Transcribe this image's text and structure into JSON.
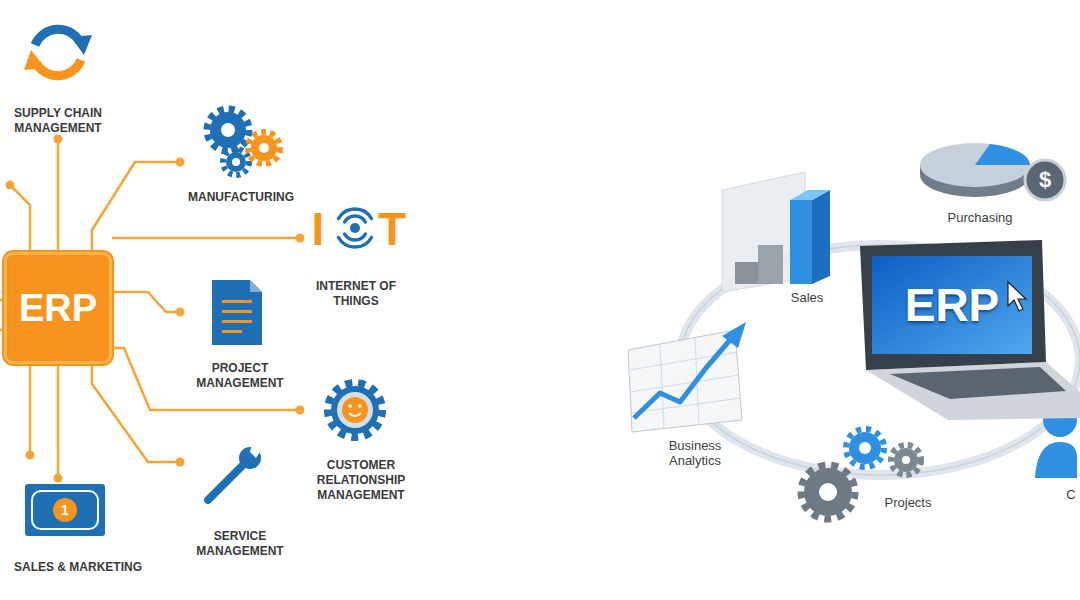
{
  "diagram": {
    "nodes": [
      {
        "text": [
          "ERP"
        ]
      },
      {
        "text": [
          "SUPPLY CHAIN MANAGEMENT"
        ]
      },
      {
        "text": [
          "MANUFACTURING"
        ]
      },
      {
        "text": [
          "INTERNET OF THINGS"
        ]
      },
      {
        "text": [
          "PROJECT MANAGEMENT"
        ]
      },
      {
        "text": [
          "CUSTOMER RELATIONSHIP MANAGEMENT"
        ]
      },
      {
        "text": [
          "SERVICE MANAGEMENT"
        ]
      },
      {
        "text": [
          "SALES & MARKETING"
        ]
      },
      {
        "text": [
          "ERP"
        ]
      }
    ],
    "edges": [
      {
        "from": 0,
        "to": 1,
        "arrow": "none"
      },
      {
        "from": 0,
        "to": 2,
        "arrow": "none"
      },
      {
        "from": 0,
        "to": 3,
        "arrow": "none"
      },
      {
        "from": 0,
        "to": 4,
        "arrow": "none"
      },
      {
        "from": 0,
        "to": 5,
        "arrow": "none"
      },
      {
        "from": 0,
        "to": 6,
        "arrow": "none"
      },
      {
        "from": 0,
        "to": 7,
        "arrow": "none"
      }
    ],
    "labels": [
      "1",
      "$",
      "I",
      "T",
      "Sales",
      "Purchasing",
      "Business Analytics",
      "Projects",
      "C"
    ]
  }
}
